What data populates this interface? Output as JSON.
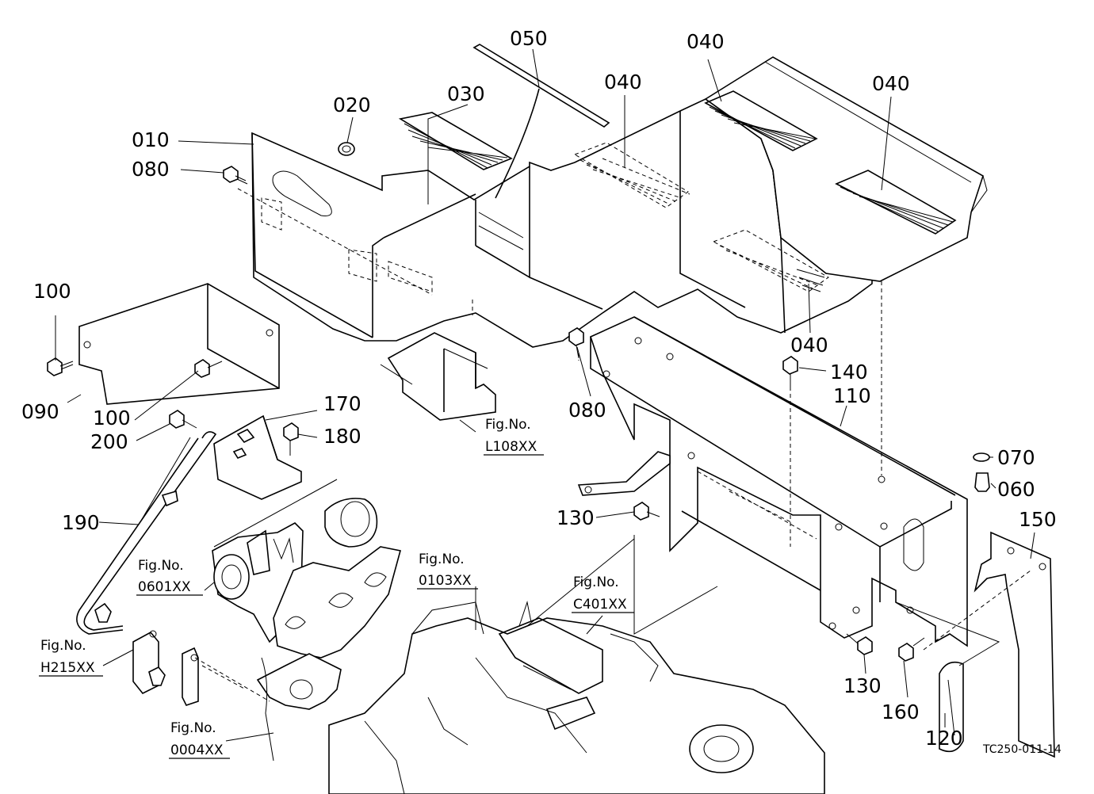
{
  "diagram_code": "TC250-011-14",
  "parts": [
    {
      "id": "p050",
      "label": "050"
    },
    {
      "id": "p040a",
      "label": "040"
    },
    {
      "id": "p040b",
      "label": "040"
    },
    {
      "id": "p040c",
      "label": "040"
    },
    {
      "id": "p040d",
      "label": "040"
    },
    {
      "id": "p030",
      "label": "030"
    },
    {
      "id": "p020",
      "label": "020"
    },
    {
      "id": "p010",
      "label": "010"
    },
    {
      "id": "p080a",
      "label": "080"
    },
    {
      "id": "p100a",
      "label": "100"
    },
    {
      "id": "p090",
      "label": "090"
    },
    {
      "id": "p100b",
      "label": "100"
    },
    {
      "id": "p200",
      "label": "200"
    },
    {
      "id": "p170",
      "label": "170"
    },
    {
      "id": "p180",
      "label": "180"
    },
    {
      "id": "p080b",
      "label": "080"
    },
    {
      "id": "p140",
      "label": "140"
    },
    {
      "id": "p110",
      "label": "110"
    },
    {
      "id": "p070",
      "label": "070"
    },
    {
      "id": "p060",
      "label": "060"
    },
    {
      "id": "p150",
      "label": "150"
    },
    {
      "id": "p130a",
      "label": "130"
    },
    {
      "id": "p190",
      "label": "190"
    },
    {
      "id": "p130b",
      "label": "130"
    },
    {
      "id": "p160",
      "label": "160"
    },
    {
      "id": "p120",
      "label": "120"
    }
  ],
  "figure_refs": [
    {
      "id": "L108",
      "line1": "Fig.No.",
      "line2": "L108XX"
    },
    {
      "id": "0601",
      "line1": "Fig.No.",
      "line2": "0601XX"
    },
    {
      "id": "0103",
      "line1": "Fig.No.",
      "line2": "0103XX"
    },
    {
      "id": "C401",
      "line1": "Fig.No.",
      "line2": "C401XX"
    },
    {
      "id": "H215",
      "line1": "Fig.No.",
      "line2": "H215XX"
    },
    {
      "id": "0004",
      "line1": "Fig.No.",
      "line2": "0004XX"
    }
  ]
}
